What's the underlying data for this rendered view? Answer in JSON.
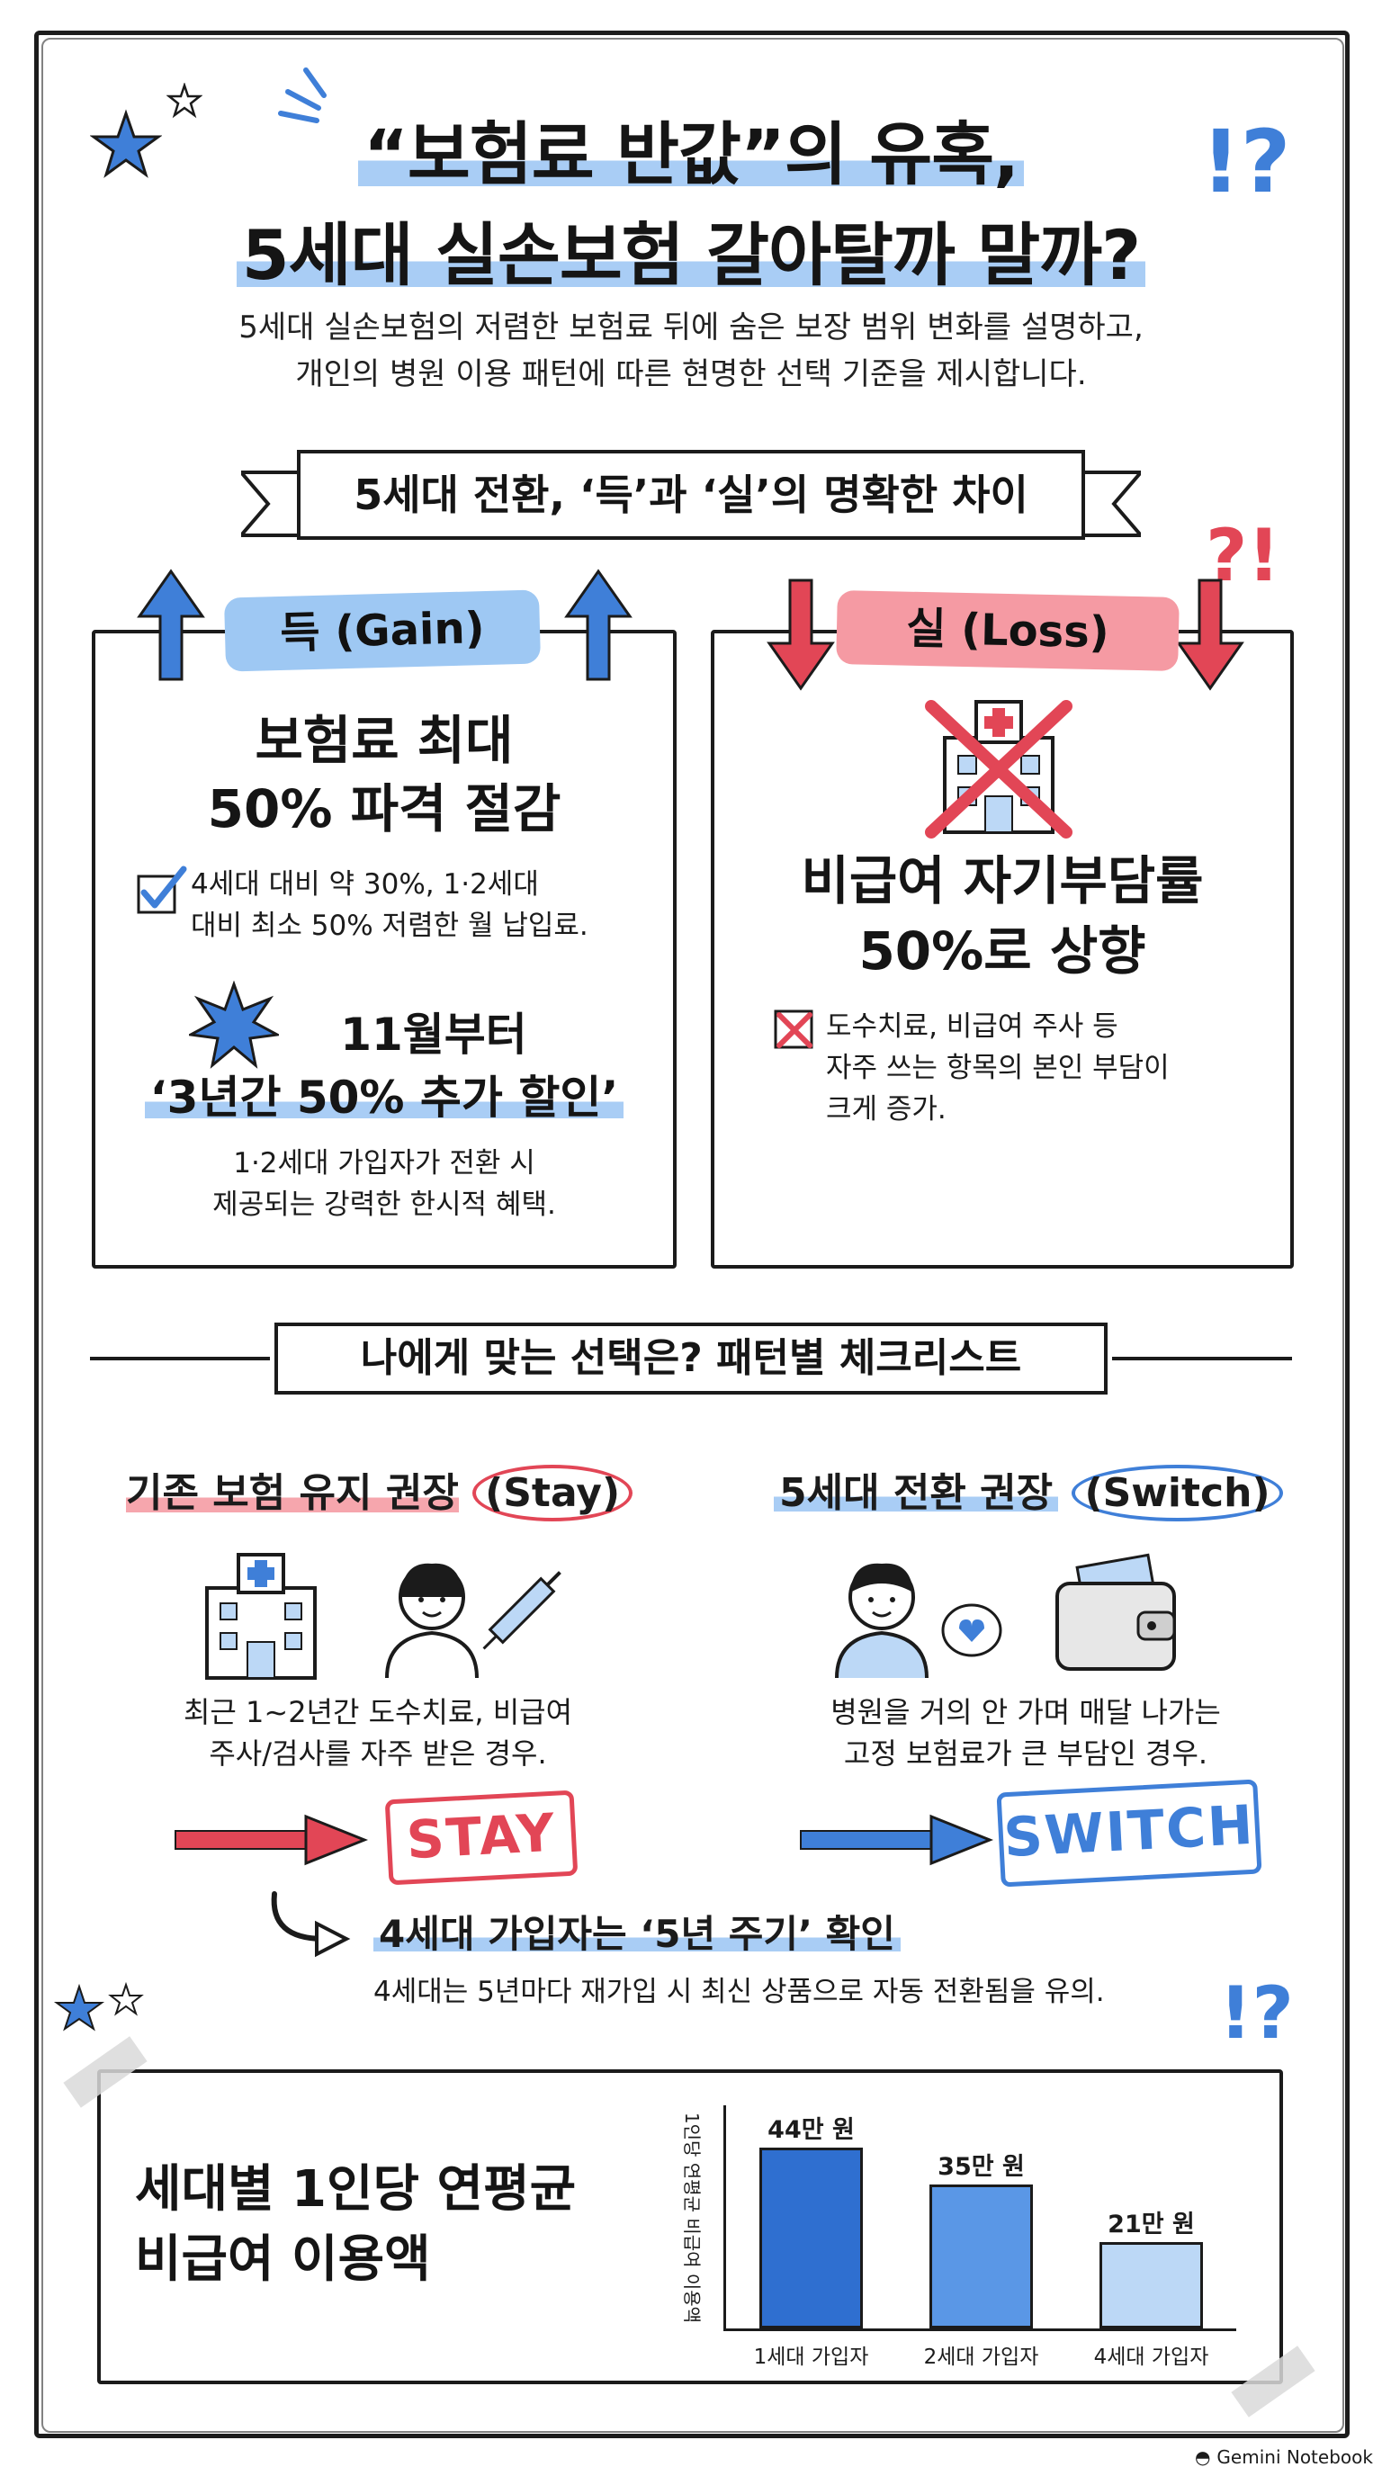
{
  "header": {
    "title_line1": "“보험료 반값”의 유혹,",
    "title_line2": "5세대 실손보험 갈아탈까 말까?",
    "subtitle_line1": "5세대 실손보험의 저렴한 보험료 뒤에 숨은 보장 범위 변화를 설명하고,",
    "subtitle_line2": "개인의 병원 이용 패턴에 따른 현명한 선택 기준을 제시합니다."
  },
  "section1": {
    "banner": "5세대 전환, ‘득’과 ‘실’의 명확한 차이",
    "gain": {
      "label": "득 (Gain)",
      "headline_line1": "보험료 최대",
      "headline_line2": "50% 파격 절감",
      "check_line1": "4세대 대비 약 30%, 1·2세대",
      "check_line2": "대비 최소 50% 저렴한 월 납입료.",
      "promo_line1": "11월부터",
      "promo_line2": "‘3년간 50% 추가 할인’",
      "promo_desc_line1": "1·2세대 가입자가 전환 시",
      "promo_desc_line2": "제공되는 강력한 한시적 혜택."
    },
    "loss": {
      "label": "실 (Loss)",
      "headline_line1": "비급여 자기부담률",
      "headline_line2": "50%로 상향",
      "x_line1": "도수치료, 비급여 주사 등",
      "x_line2": "자주 쓰는 항목의 본인 부담이",
      "x_line3": "크게 증가."
    }
  },
  "section2": {
    "banner": "나에게 맞는 선택은? 패턴별 체크리스트",
    "stay": {
      "title": "기존 보험 유지 권장",
      "title_en": "(Stay)",
      "desc_line1": "최근 1~2년간 도수치료, 비급여",
      "desc_line2": "주사/검사를 자주 받은 경우.",
      "stamp": "STAY"
    },
    "switch": {
      "title": "5세대 전환 권장",
      "title_en": "(Switch)",
      "desc_line1": "병원을 거의 안 가며 매달 나가는",
      "desc_line2": "고정 보험료가 큰 부담인 경우.",
      "stamp": "SWITCH"
    },
    "note": {
      "title": "4세대 가입자는 ‘5년 주기’ 확인",
      "desc": "4세대는 5년마다 재가입 시 최신 상품으로 자동 전환됨을 유의."
    }
  },
  "section3": {
    "title_line1": "세대별 1인당 연평균",
    "title_line2": "비급여 이용액"
  },
  "chart_data": {
    "type": "bar",
    "categories": [
      "1세대 가입자",
      "2세대 가입자",
      "4세대 가입자"
    ],
    "values": [
      44,
      35,
      21
    ],
    "data_labels": [
      "44만 원",
      "35만 원",
      "21만 원"
    ],
    "ylabel": "1인당 연평균 비급여 이용액",
    "colors": [
      "#2f6fd0",
      "#5a97e6",
      "#bcd8f6"
    ],
    "ylim": [
      0,
      50
    ]
  },
  "footer": {
    "brand": "Gemini Notebook"
  },
  "colors": {
    "blue_highlight": "#a9cdf5",
    "red_highlight": "#f6a6ad",
    "accent_blue": "#3f7fd8",
    "accent_red": "#e24656"
  }
}
